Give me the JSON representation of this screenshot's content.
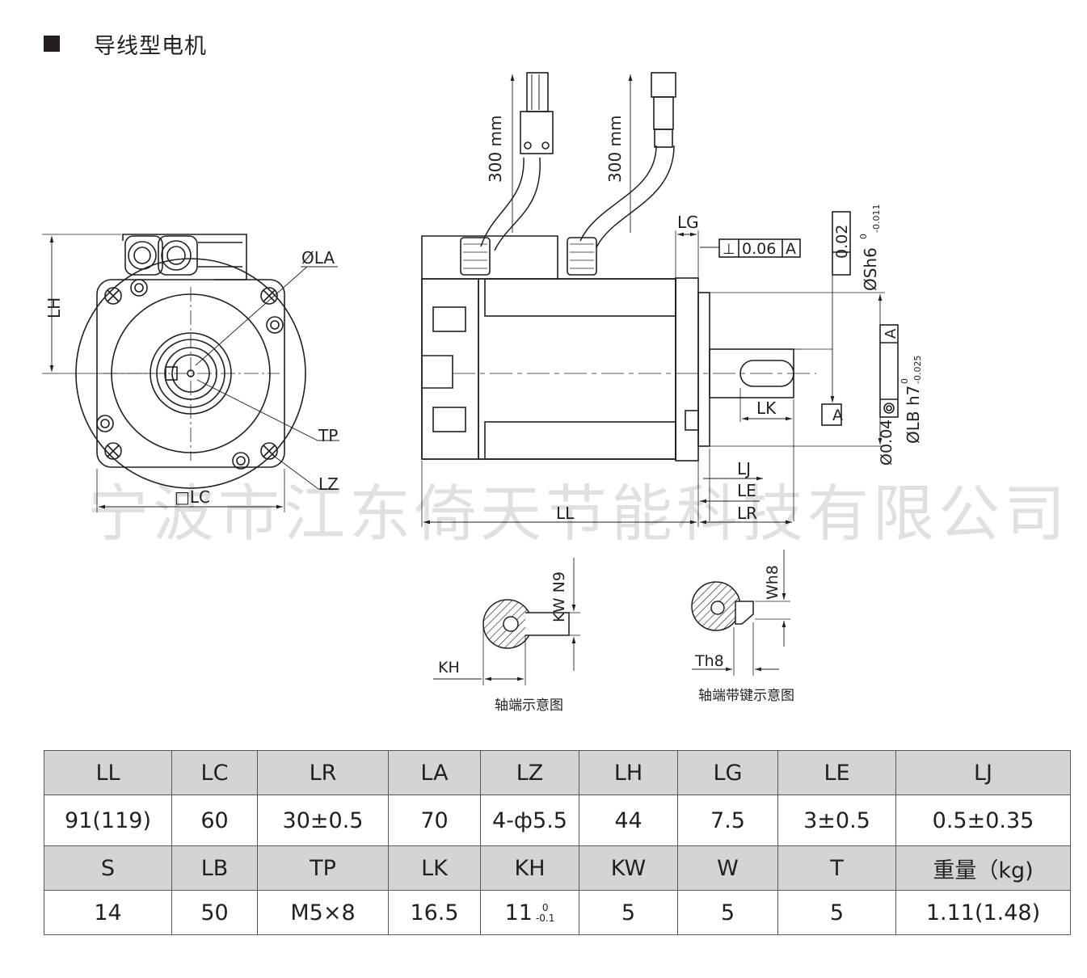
{
  "header": {
    "title": "导线型电机"
  },
  "watermark": "宁波市江东倚天节能科技有限公司",
  "drawing": {
    "front": {
      "la": "ØLA",
      "lh": "LH",
      "tp": "TP",
      "lz": "LZ",
      "lc": "□LC"
    },
    "side": {
      "cable1": "300 mm",
      "cable2": "300 mm",
      "lg": "LG",
      "perp_sym": "⊥",
      "perp_val": "0.06",
      "perp_ref": "A",
      "runout_val": "0.02",
      "sh6": "ØSh6",
      "sh6_upper": "0",
      "sh6_lower": "-0.011",
      "conc_val": "Ø0.04",
      "conc_ref": "A",
      "lbh7": "ØLB h7",
      "lbh7_upper": "0",
      "lbh7_lower": "-0.025",
      "lk": "LK",
      "datum": "A",
      "lj": "LJ",
      "le": "LE",
      "lr": "LR",
      "ll": "LL"
    },
    "shaft1": {
      "kwn9": "KW N9",
      "kh": "KH",
      "caption": "轴端示意图"
    },
    "shaft2": {
      "wh8": "Wh8",
      "th8": "Th8",
      "caption": "轴端带键示意图"
    }
  },
  "table": {
    "headers1": [
      "LL",
      "LC",
      "LR",
      "LA",
      "LZ",
      "LH",
      "LG",
      "LE",
      "LJ"
    ],
    "values1": [
      "91(119)",
      "60",
      "30±0.5",
      "70",
      "4-ф5.5",
      "44",
      "7.5",
      "3±0.5",
      "0.5±0.35"
    ],
    "headers2": [
      "S",
      "LB",
      "TP",
      "LK",
      "KH",
      "KW",
      "W",
      "T",
      "重量（kg)"
    ],
    "values2": [
      "14",
      "50",
      "M5×8",
      "16.5",
      "11",
      "5",
      "5",
      "5",
      "1.11(1.48)"
    ],
    "kh_tol_upper": "0",
    "kh_tol_lower": "-0.1"
  }
}
